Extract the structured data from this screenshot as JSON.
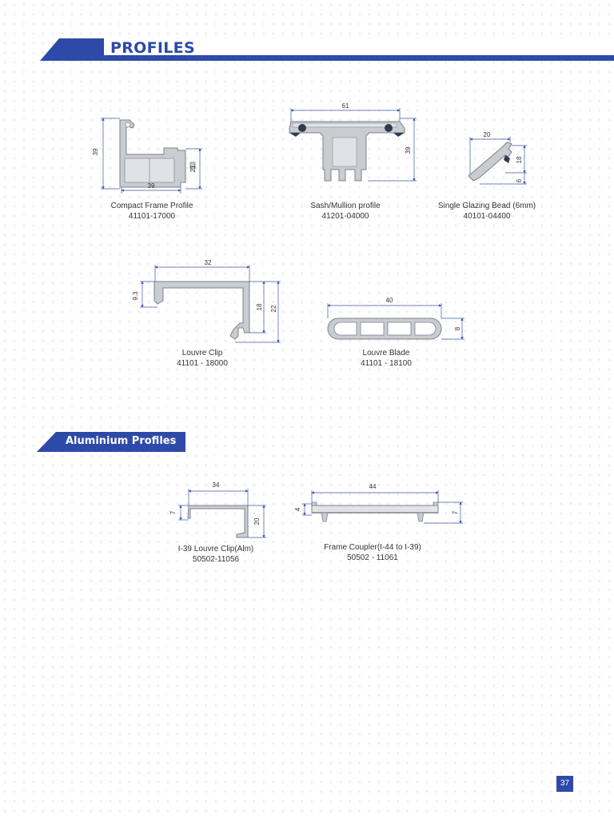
{
  "header": {
    "title": "PROFILES"
  },
  "section": {
    "title": "Aluminium Profiles"
  },
  "profiles": [
    {
      "name": "Compact Frame Profile",
      "code": "41101-17000",
      "dims": [
        "39",
        "39",
        "21"
      ]
    },
    {
      "name": "Sash/Mullion profile",
      "code": "41201-04000",
      "dims": [
        "61",
        "39"
      ]
    },
    {
      "name": "Single Glazing Bead (6mm)",
      "code": "40101-04400",
      "dims": [
        "20",
        "18",
        "6"
      ]
    },
    {
      "name": "Louvre Clip",
      "code": "41101 - 18000",
      "dims": [
        "32",
        "9.3",
        "18",
        "22"
      ]
    },
    {
      "name": "Louvre Blade",
      "code": "41101 - 18100",
      "dims": [
        "40",
        "8"
      ]
    }
  ],
  "aluminium_profiles": [
    {
      "name": "I-39 Louvre Clip(Alm)",
      "code": "50502-11056",
      "dims": [
        "34",
        "7",
        "20"
      ]
    },
    {
      "name": "Frame Coupler(I-44 to I-39)",
      "code": "50502 - 11061",
      "dims": [
        "44",
        "4",
        "7"
      ]
    }
  ],
  "page": {
    "number": "37"
  },
  "colors": {
    "accent": "#2e4aa8",
    "dimension_line": "#3d55a8",
    "profile_fill": "#c9ccd1"
  }
}
